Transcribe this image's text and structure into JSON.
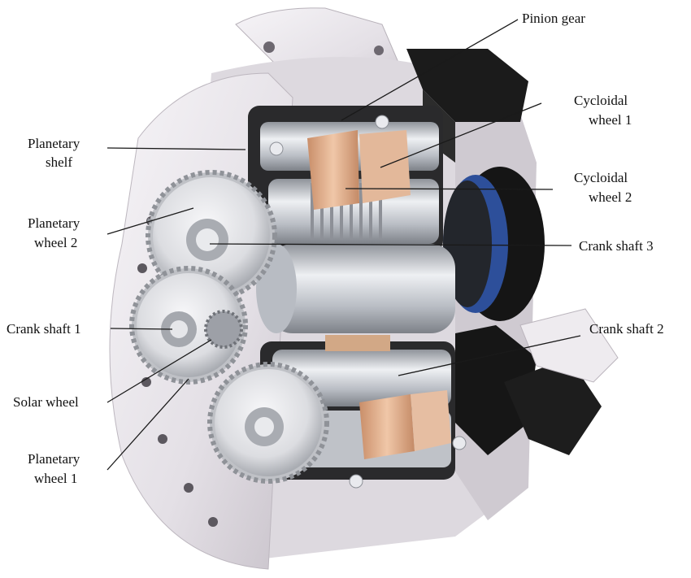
{
  "labels": {
    "pinion_gear": "Pinion gear",
    "cycloidal_wheel_1": [
      "Cycloidal",
      "wheel 1"
    ],
    "cycloidal_wheel_2": [
      "Cycloidal",
      "wheel 2"
    ],
    "crank_shaft_3": "Crank shaft 3",
    "crank_shaft_2": "Crank shaft 2",
    "planetary_shelf": [
      "Planetary",
      "shelf"
    ],
    "planetary_wheel_2": [
      "Planetary",
      "wheel 2"
    ],
    "crank_shaft_1": "Crank shaft 1",
    "solar_wheel": "Solar wheel",
    "planetary_wheel_1": [
      "Planetary",
      "wheel 1"
    ]
  },
  "colors": {
    "housing": "#ece9ee",
    "housing_shadow": "#b9b3bb",
    "dark_part": "#1b1b1b",
    "bearing_blue": "#2d4f9a",
    "copper": "#d9a783",
    "steel": "#c6c9cf"
  }
}
